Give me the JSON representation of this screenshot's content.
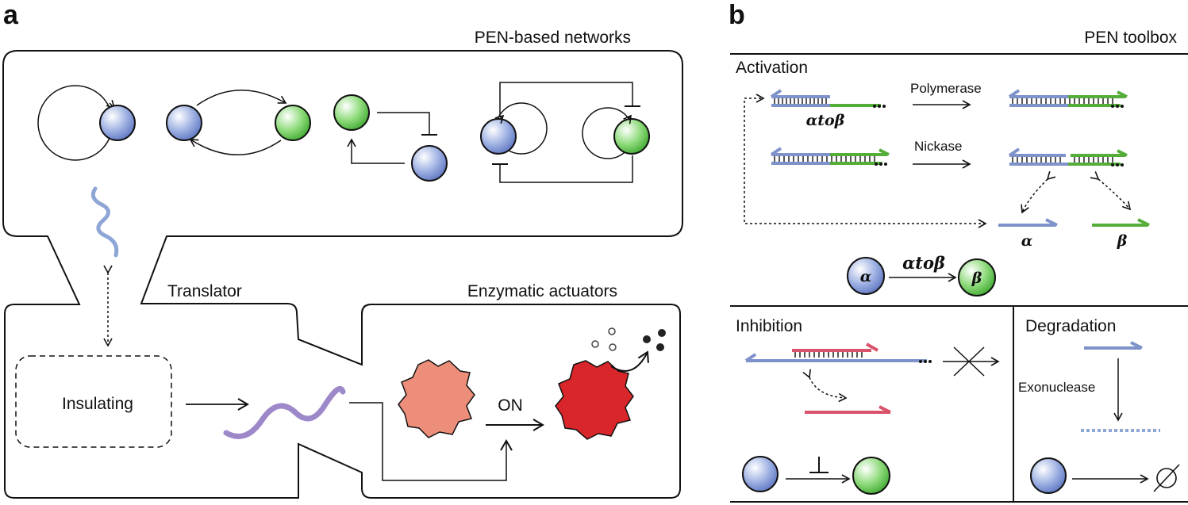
{
  "panel_a": {
    "letter": "a",
    "network_title": "PEN-based networks",
    "translator_label": "Translator",
    "actuators_label": "Enzymatic actuators",
    "insulating_label": "Insulating",
    "on_label": "ON"
  },
  "panel_b": {
    "letter": "b",
    "title": "PEN toolbox",
    "activation": {
      "title": "Activation",
      "polymerase": "Polymerase",
      "nickase": "Nickase",
      "template": "αtoβ",
      "alpha": "α",
      "beta": "β",
      "reaction_from": "α",
      "reaction_label": "αtoβ",
      "reaction_to": "β"
    },
    "inhibition": {
      "title": "Inhibition"
    },
    "degradation": {
      "title": "Degradation",
      "exonuclease": "Exonuclease"
    }
  },
  "colors": {
    "blue_strand": "#7f93cb",
    "green_strand": "#55ad3a",
    "red_strand": "#d9536a",
    "purple_strand": "#9b86c6",
    "protein_light": "#e8907c",
    "protein_dark": "#d4272b"
  }
}
